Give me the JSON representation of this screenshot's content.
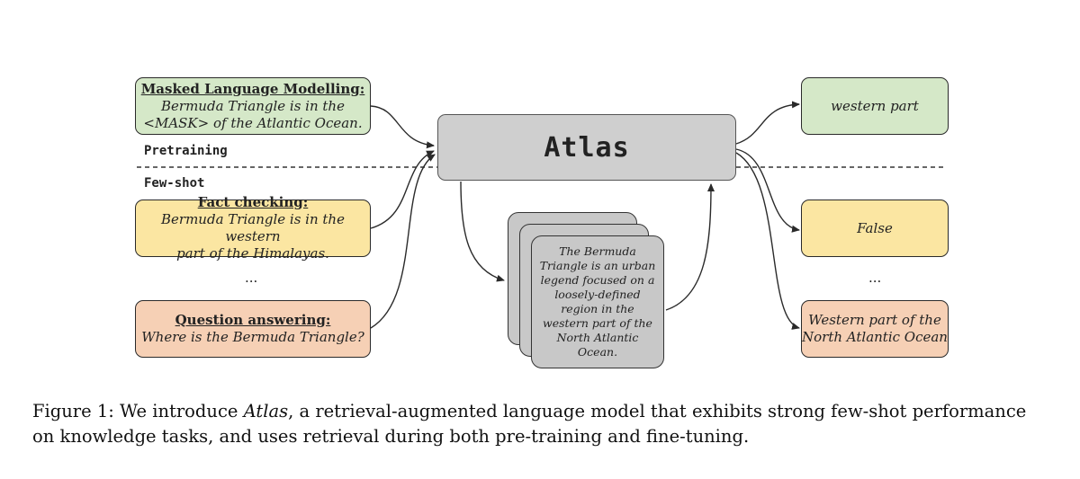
{
  "pretraining_label": "Pretraining",
  "fewshot_label": "Few-shot",
  "model_name": "Atlas",
  "inputs": {
    "mlm": {
      "title": "Masked Language Modelling:",
      "line1": "Bermuda Triangle is in the",
      "line2": "<MASK> of the Atlantic Ocean."
    },
    "fact": {
      "title": "Fact checking:",
      "line1": "Bermuda Triangle is in the western",
      "line2": "part of the Himalayas."
    },
    "ellipsis": "...",
    "qa": {
      "title": "Question answering:",
      "line1": "Where is the Bermuda Triangle?"
    }
  },
  "retrieved_doc": {
    "lines": [
      "The Bermuda",
      "Triangle is an urban",
      "legend focused on a",
      "loosely-defined",
      "region in the",
      "western part of the",
      "North Atlantic",
      "Ocean."
    ]
  },
  "outputs": {
    "mlm": "western part",
    "fact": "False",
    "ellipsis": "...",
    "qa_line1": "Western part of the",
    "qa_line2": "North Atlantic Ocean"
  },
  "caption": {
    "prefix": "Figure 1:  We introduce ",
    "emph": "Atlas",
    "rest_line1": ", a retrieval-augmented language model that exhibits strong few-shot performance",
    "line2": "on knowledge tasks, and uses retrieval during both pre-training and fine-tuning."
  },
  "colors": {
    "green": "#d5e8c8",
    "yellow": "#fbe6a2",
    "orange": "#f6d0b5",
    "model_gray": "#cfcfcf"
  }
}
